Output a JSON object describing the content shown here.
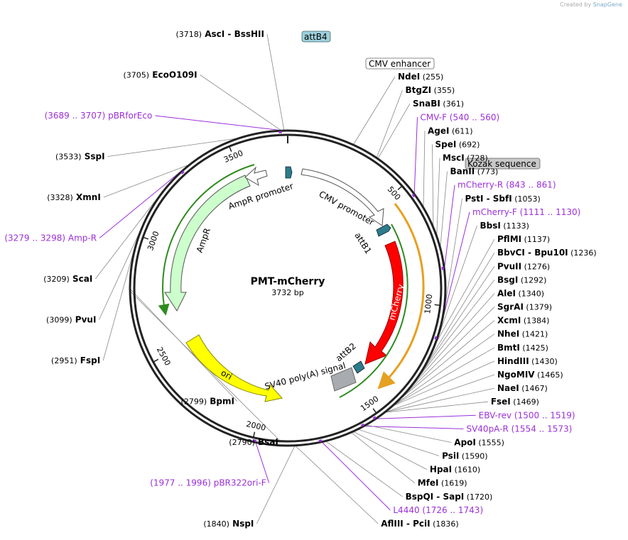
{
  "credit": {
    "prefix": "Created by",
    "brand": "SnapGene"
  },
  "plasmid": {
    "name": "PMT-mCherry",
    "length_label": "3732 bp",
    "length": 3732
  },
  "colors": {
    "enzyme_text": "#000000",
    "primer_text": "#9b30d9",
    "line": "#888888",
    "primer_line": "#9b30d9",
    "backbone": "#222222",
    "ampr": "#ccffcc",
    "mcherry": "#ff0000",
    "ori": "#ffff00",
    "polya": "#a8acb0",
    "att": "#2c7c8c",
    "promoter": "#ffffff",
    "orf_green": "#2e8b1e",
    "orf_orange": "#e6a020"
  },
  "ticks": [
    "500",
    "1000",
    "1500",
    "2000",
    "2500",
    "3000",
    "3500"
  ],
  "features": {
    "cmv_enhancer": "CMV enhancer",
    "kozak": "Kozak sequence",
    "attB4": "attB4",
    "cmv_promoter": "CMV promoter",
    "attB1": "attB1",
    "mcherry": "mCherry",
    "attB2": "attB2",
    "sv40": "SV40 poly(A) signal",
    "ori": "ori",
    "ampr": "AmpR",
    "ampr_promoter": "AmpR promoter"
  },
  "right_labels": [
    {
      "pos": 255,
      "parts": [
        [
          "NdeI",
          "e"
        ],
        [
          "(255)",
          "n"
        ]
      ]
    },
    {
      "pos": 355,
      "parts": [
        [
          "BtgZI",
          "e"
        ],
        [
          "(355)",
          "n"
        ]
      ]
    },
    {
      "pos": 361,
      "parts": [
        [
          "SnaBI",
          "e"
        ],
        [
          "(361)",
          "n"
        ]
      ]
    },
    {
      "pos": 550,
      "parts": [
        [
          "CMV-F",
          "p"
        ],
        [
          "(540 .. 560)",
          "p"
        ]
      ]
    },
    {
      "pos": 611,
      "parts": [
        [
          "AgeI",
          "e"
        ],
        [
          "(611)",
          "n"
        ]
      ]
    },
    {
      "pos": 692,
      "parts": [
        [
          "SpeI",
          "e"
        ],
        [
          "(692)",
          "n"
        ]
      ]
    },
    {
      "pos": 728,
      "parts": [
        [
          "MscI",
          "e"
        ],
        [
          "(728)",
          "n"
        ]
      ]
    },
    {
      "pos": 773,
      "parts": [
        [
          "BanII",
          "e"
        ],
        [
          "(773)",
          "n"
        ]
      ]
    },
    {
      "pos": 852,
      "parts": [
        [
          "mCherry-R",
          "p"
        ],
        [
          "(843 .. 861)",
          "p"
        ]
      ]
    },
    {
      "pos": 1053,
      "parts": [
        [
          "PstI",
          "e"
        ],
        [
          "-",
          "s"
        ],
        [
          "SbfI",
          "e"
        ],
        [
          "(1053)",
          "n"
        ]
      ]
    },
    {
      "pos": 1120,
      "parts": [
        [
          "mCherry-F",
          "p"
        ],
        [
          "(1111 .. 1130)",
          "p"
        ]
      ]
    },
    {
      "pos": 1133,
      "parts": [
        [
          "BbsI",
          "e"
        ],
        [
          "(1133)",
          "n"
        ]
      ]
    },
    {
      "pos": 1137,
      "parts": [
        [
          "PflMI",
          "e"
        ],
        [
          "(1137)",
          "n"
        ]
      ]
    },
    {
      "pos": 1236,
      "parts": [
        [
          "BbvCI",
          "e"
        ],
        [
          "-",
          "s"
        ],
        [
          "Bpu10I",
          "e"
        ],
        [
          "(1236)",
          "n"
        ]
      ]
    },
    {
      "pos": 1276,
      "parts": [
        [
          "PvuII",
          "e"
        ],
        [
          "(1276)",
          "n"
        ]
      ]
    },
    {
      "pos": 1292,
      "parts": [
        [
          "BsgI",
          "e"
        ],
        [
          "(1292)",
          "n"
        ]
      ]
    },
    {
      "pos": 1340,
      "parts": [
        [
          "AleI",
          "e"
        ],
        [
          "(1340)",
          "n"
        ]
      ]
    },
    {
      "pos": 1379,
      "parts": [
        [
          "SgrAI",
          "e"
        ],
        [
          "(1379)",
          "n"
        ]
      ]
    },
    {
      "pos": 1384,
      "parts": [
        [
          "XcmI",
          "e"
        ],
        [
          "(1384)",
          "n"
        ]
      ]
    },
    {
      "pos": 1421,
      "parts": [
        [
          "NheI",
          "e"
        ],
        [
          "(1421)",
          "n"
        ]
      ]
    },
    {
      "pos": 1425,
      "parts": [
        [
          "BmtI",
          "e"
        ],
        [
          "(1425)",
          "n"
        ]
      ]
    },
    {
      "pos": 1430,
      "parts": [
        [
          "HindIII",
          "e"
        ],
        [
          "(1430)",
          "n"
        ]
      ]
    },
    {
      "pos": 1465,
      "parts": [
        [
          "NgoMIV",
          "e"
        ],
        [
          "(1465)",
          "n"
        ]
      ]
    },
    {
      "pos": 1467,
      "parts": [
        [
          "NaeI",
          "e"
        ],
        [
          "(1467)",
          "n"
        ]
      ]
    },
    {
      "pos": 1469,
      "parts": [
        [
          "FseI",
          "e"
        ],
        [
          "(1469)",
          "n"
        ]
      ]
    },
    {
      "pos": 1510,
      "parts": [
        [
          "EBV-rev",
          "p"
        ],
        [
          "(1500 .. 1519)",
          "p"
        ]
      ]
    },
    {
      "pos": 1563,
      "parts": [
        [
          "SV40pA-R",
          "p"
        ],
        [
          "(1554 .. 1573)",
          "p"
        ]
      ]
    },
    {
      "pos": 1555,
      "parts": [
        [
          "ApoI",
          "e"
        ],
        [
          "(1555)",
          "n"
        ]
      ]
    },
    {
      "pos": 1590,
      "parts": [
        [
          "PsiI",
          "e"
        ],
        [
          "(1590)",
          "n"
        ]
      ]
    },
    {
      "pos": 1610,
      "parts": [
        [
          "HpaI",
          "e"
        ],
        [
          "(1610)",
          "n"
        ]
      ]
    },
    {
      "pos": 1619,
      "parts": [
        [
          "MfeI",
          "e"
        ],
        [
          "(1619)",
          "n"
        ]
      ]
    },
    {
      "pos": 1720,
      "parts": [
        [
          "BspQI",
          "e"
        ],
        [
          "-",
          "s"
        ],
        [
          "SapI",
          "e"
        ],
        [
          "(1720)",
          "n"
        ]
      ]
    },
    {
      "pos": 1735,
      "parts": [
        [
          "L4440",
          "p"
        ],
        [
          "(1726 .. 1743)",
          "p"
        ]
      ]
    },
    {
      "pos": 1836,
      "parts": [
        [
          "AflIII",
          "e"
        ],
        [
          "-",
          "s"
        ],
        [
          "PciI",
          "e"
        ],
        [
          "(1836)",
          "n"
        ]
      ]
    }
  ],
  "left_labels": [
    {
      "pos": 1840,
      "parts": [
        [
          "(1840)",
          "n"
        ],
        [
          "NspI",
          "e"
        ]
      ]
    },
    {
      "pos": 1986,
      "parts": [
        [
          "(1977 .. 1996)",
          "p"
        ],
        [
          "pBR322ori-F",
          "p"
        ]
      ]
    },
    {
      "pos": 2790,
      "parts": [
        [
          "(2790)",
          "n"
        ],
        [
          "BsaI",
          "e"
        ]
      ]
    },
    {
      "pos": 2799,
      "parts": [
        [
          "(2799)",
          "n"
        ],
        [
          "BpmI",
          "e"
        ]
      ]
    },
    {
      "pos": 2951,
      "parts": [
        [
          "(2951)",
          "n"
        ],
        [
          "FspI",
          "e"
        ]
      ]
    },
    {
      "pos": 3099,
      "parts": [
        [
          "(3099)",
          "n"
        ],
        [
          "PvuI",
          "e"
        ]
      ]
    },
    {
      "pos": 3209,
      "parts": [
        [
          "(3209)",
          "n"
        ],
        [
          "ScaI",
          "e"
        ]
      ]
    },
    {
      "pos": 3288,
      "parts": [
        [
          "(3279 .. 3298)",
          "p"
        ],
        [
          "Amp-R",
          "p"
        ]
      ]
    },
    {
      "pos": 3328,
      "parts": [
        [
          "(3328)",
          "n"
        ],
        [
          "XmnI",
          "e"
        ]
      ]
    },
    {
      "pos": 3533,
      "parts": [
        [
          "(3533)",
          "n"
        ],
        [
          "SspI",
          "e"
        ]
      ]
    },
    {
      "pos": 3698,
      "parts": [
        [
          "(3689 .. 3707)",
          "p"
        ],
        [
          "pBRforEco",
          "p"
        ]
      ]
    },
    {
      "pos": 3705,
      "parts": [
        [
          "(3705)",
          "n"
        ],
        [
          "EcoO109I",
          "e"
        ]
      ]
    },
    {
      "pos": 3718,
      "parts": [
        [
          "(3718)",
          "n"
        ],
        [
          "AscI",
          "e"
        ],
        [
          "-",
          "s"
        ],
        [
          "BssHII",
          "e"
        ]
      ]
    }
  ]
}
